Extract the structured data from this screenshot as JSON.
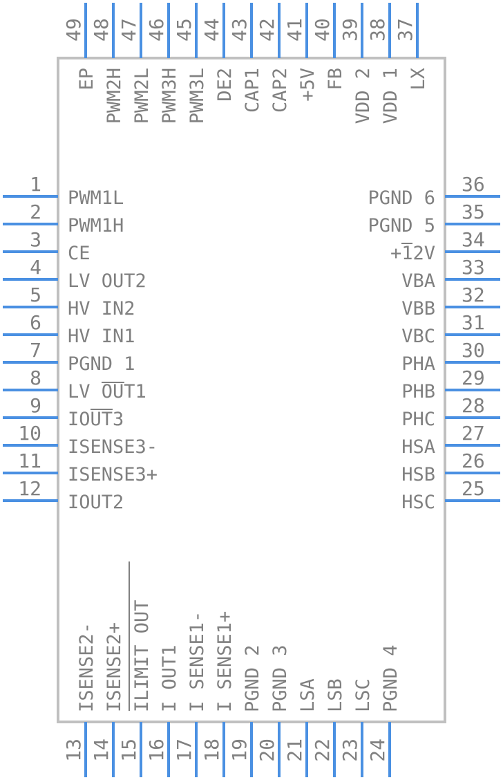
{
  "component": {
    "left_pins": [
      {
        "num": "1",
        "name": "PWM1L"
      },
      {
        "num": "2",
        "name": "PWM1H"
      },
      {
        "num": "3",
        "name": "CE"
      },
      {
        "num": "4",
        "name": "LV_OUT2"
      },
      {
        "num": "5",
        "name": "HV_IN2"
      },
      {
        "num": "6",
        "name": "HV_IN1"
      },
      {
        "num": "7",
        "name": "PGND_1"
      },
      {
        "num": "8",
        "name": "LV_OUT1"
      },
      {
        "num": "9",
        "name": "IOUT3"
      },
      {
        "num": "10",
        "name": "ISENSE3-"
      },
      {
        "num": "11",
        "name": "ISENSE3+"
      },
      {
        "num": "12",
        "name": "IOUT2"
      }
    ],
    "bottom_pins": [
      {
        "num": "13",
        "name": "ISENSE2-"
      },
      {
        "num": "14",
        "name": "ISENSE2+"
      },
      {
        "num": "15",
        "name": "ILIMIT_OUT"
      },
      {
        "num": "16",
        "name": "I_OUT1"
      },
      {
        "num": "17",
        "name": "I_SENSE1-"
      },
      {
        "num": "18",
        "name": "I_SENSE1+"
      },
      {
        "num": "19",
        "name": "PGND_2"
      },
      {
        "num": "20",
        "name": "PGND_3"
      },
      {
        "num": "21",
        "name": "LSA"
      },
      {
        "num": "22",
        "name": "LSB"
      },
      {
        "num": "23",
        "name": "LSC"
      },
      {
        "num": "24",
        "name": "PGND_4"
      }
    ],
    "right_pins": [
      {
        "num": "25",
        "name": "HSC"
      },
      {
        "num": "26",
        "name": "HSB"
      },
      {
        "num": "27",
        "name": "HSA"
      },
      {
        "num": "28",
        "name": "PHC"
      },
      {
        "num": "29",
        "name": "PHB"
      },
      {
        "num": "30",
        "name": "PHA"
      },
      {
        "num": "31",
        "name": "VBC"
      },
      {
        "num": "32",
        "name": "VBB"
      },
      {
        "num": "33",
        "name": "VBA"
      },
      {
        "num": "34",
        "name": "+12V"
      },
      {
        "num": "35",
        "name": "PGND_5"
      },
      {
        "num": "36",
        "name": "PGND_6"
      }
    ],
    "top_pins": [
      {
        "num": "37",
        "name": "LX"
      },
      {
        "num": "38",
        "name": "VDD_1"
      },
      {
        "num": "39",
        "name": "VDD_2"
      },
      {
        "num": "40",
        "name": "FB"
      },
      {
        "num": "41",
        "name": "+5V"
      },
      {
        "num": "42",
        "name": "CAP2"
      },
      {
        "num": "43",
        "name": "CAP1"
      },
      {
        "num": "44",
        "name": "DE2"
      },
      {
        "num": "45",
        "name": "PWM3L"
      },
      {
        "num": "46",
        "name": "PWM3H"
      },
      {
        "num": "47",
        "name": "PWM2L"
      },
      {
        "num": "48",
        "name": "PWM2H"
      },
      {
        "num": "49",
        "name": "EP"
      }
    ]
  },
  "colors": {
    "pin": "#4a90e2",
    "body": "#c0c0c0",
    "text": "#808080"
  }
}
